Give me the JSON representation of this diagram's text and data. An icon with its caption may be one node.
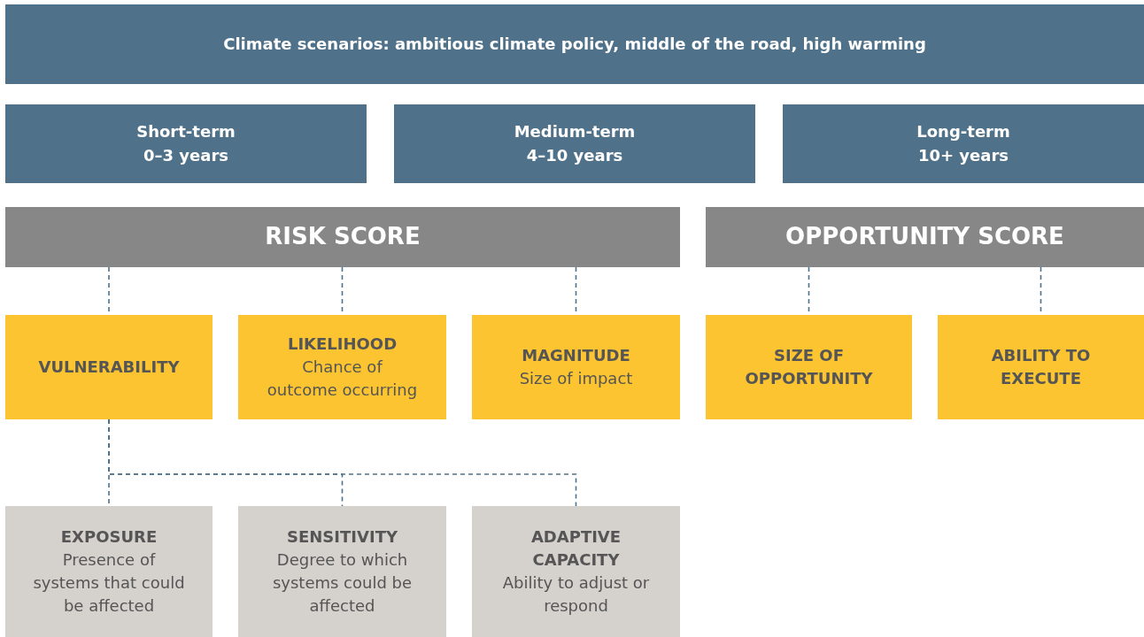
{
  "diagram": {
    "nodes": [
      {
        "text": [
          "Climate scenarios: ambitious climate policy, middle of the road, high warming"
        ]
      },
      {
        "text": [
          "Short-term",
          "0–3 years"
        ]
      },
      {
        "text": [
          "Medium-term",
          "4–10 years"
        ]
      },
      {
        "text": [
          "Long-term",
          "10+ years"
        ]
      },
      {
        "text": [
          "RISK SCORE"
        ]
      },
      {
        "text": [
          "OPPORTUNITY SCORE"
        ]
      },
      {
        "text": [
          "VULNERABILITY"
        ]
      },
      {
        "text": [
          "LIKELIHOOD",
          "Chance of outcome occurring"
        ]
      },
      {
        "text": [
          "MAGNITUDE",
          "Size of impact"
        ]
      },
      {
        "text": [
          "SIZE OF OPPORTUNITY"
        ]
      },
      {
        "text": [
          "ABILITY TO EXECUTE"
        ]
      },
      {
        "text": [
          "EXPOSURE",
          "Presence of systems that could be affected"
        ]
      },
      {
        "text": [
          "SENSITIVITY",
          "Degree to which systems could be affected"
        ]
      },
      {
        "text": [
          "ADAPTIVE CAPACITY",
          "Ability to adjust or respond"
        ]
      }
    ],
    "edges": [
      {
        "from": 4,
        "to": 6,
        "arrow": "none",
        "style": "dashed"
      },
      {
        "from": 4,
        "to": 7,
        "arrow": "none",
        "style": "dashed"
      },
      {
        "from": 4,
        "to": 8,
        "arrow": "none",
        "style": "dashed"
      },
      {
        "from": 5,
        "to": 9,
        "arrow": "none",
        "style": "dashed"
      },
      {
        "from": 5,
        "to": 10,
        "arrow": "none",
        "style": "dashed"
      },
      {
        "from": 6,
        "to": 11,
        "arrow": "none",
        "style": "dashed"
      },
      {
        "from": 6,
        "to": 12,
        "arrow": "none",
        "style": "dashed"
      },
      {
        "from": 6,
        "to": 13,
        "arrow": "none",
        "style": "dashed"
      }
    ]
  }
}
